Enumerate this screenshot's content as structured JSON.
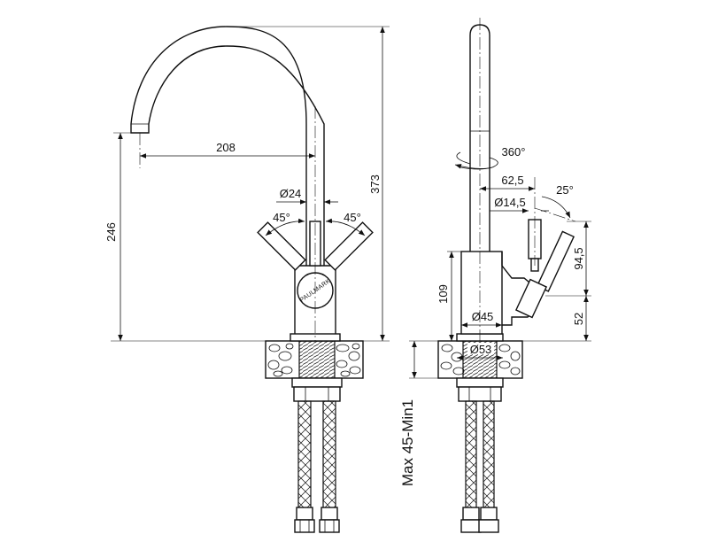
{
  "front_view": {
    "spout_reach": "208",
    "total_height": "373",
    "spout_height": "246",
    "body_diameter": "Ø24",
    "handle_angle_left": "45°",
    "handle_angle_right": "45°",
    "brand": "PAULMARK"
  },
  "side_view": {
    "rotation": "360°",
    "handle_reach": "62,5",
    "handle_diameter": "Ø14,5",
    "handle_tilt": "25°",
    "handle_height": "94,5",
    "handle_base_height": "52",
    "body_height": "109",
    "body_diameter": "Ø45",
    "base_diameter": "Ø53",
    "countertop_thickness": "Max 45-Min1"
  }
}
